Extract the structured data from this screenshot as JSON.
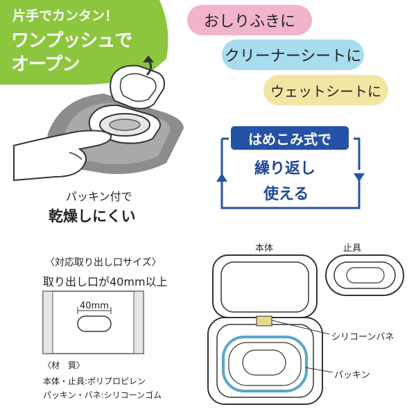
{
  "banner": {
    "line1": "片手でカンタン！",
    "line2": "ワンプッシュで",
    "line3": "オープン"
  },
  "uses": [
    {
      "label": "おしりふきに",
      "color": "#f2b4cc"
    },
    {
      "label": "クリーナーシートに",
      "color": "#a8dcef"
    },
    {
      "label": "ウェットシートに",
      "color": "#f3e6a4"
    }
  ],
  "reuse": {
    "title": "はめこみ式で",
    "line1": "繰り返し",
    "line2": "使える",
    "accent": "#2452a6"
  },
  "packing": {
    "line1": "パッキン付で",
    "line2": "乾燥しにくい"
  },
  "size": {
    "header": "〈対応取り出し口サイズ〉",
    "note": "取り出し口が40mm以上",
    "dimension": "40mm"
  },
  "material": {
    "header": "〈材　質〉",
    "line1": "本体・止具:ポリプロピレン",
    "line2": "パッキン・バネ:シリコーンゴム"
  },
  "diagram": {
    "body_label": "本体",
    "stopper_label": "止具",
    "spring_label": "シリコーンバネ",
    "packing_label": "パッキン"
  },
  "icons": {
    "arrow": "curved-up-arrow-icon",
    "hand": "hand-press-illustration",
    "cycle": "cycle-arrows-icon"
  },
  "colors": {
    "banner_green": "#8cc63e",
    "gasket_blue": "#5aa6c8",
    "spring_yellow": "#e8d68a"
  }
}
